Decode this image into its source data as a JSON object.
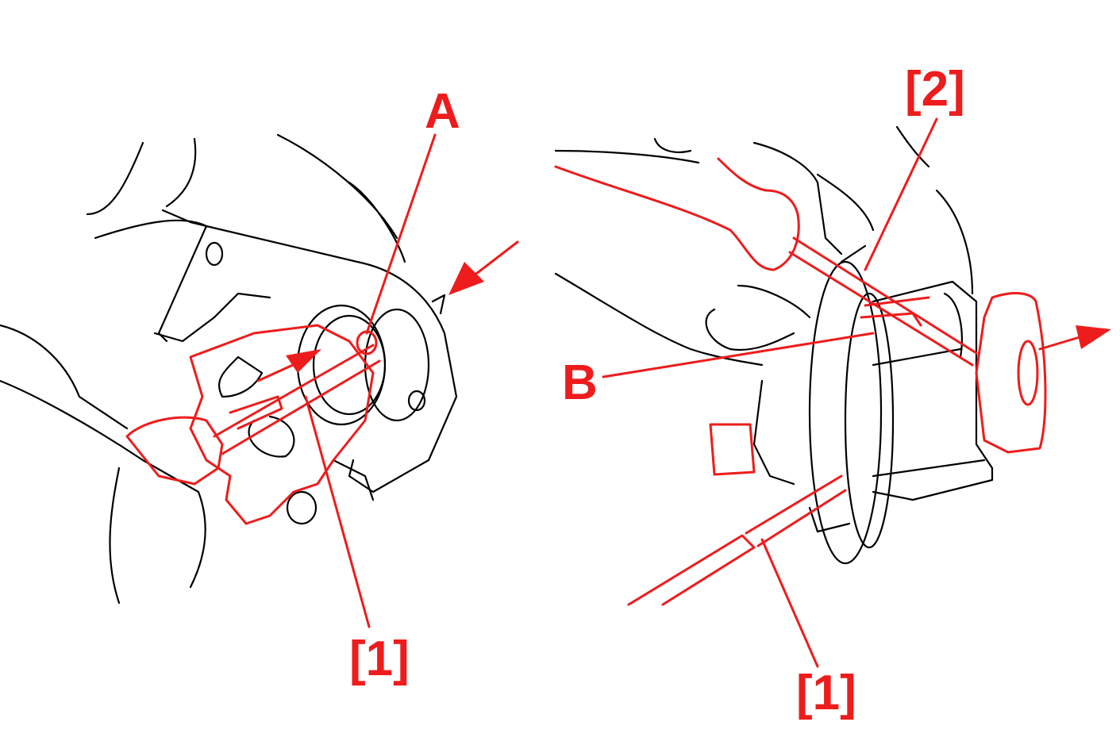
{
  "figure": {
    "left_panel": {
      "callouts": [
        {
          "id": "A",
          "text": "A"
        },
        {
          "id": "tool-1",
          "text": "[1]"
        }
      ]
    },
    "right_panel": {
      "callouts": [
        {
          "id": "tool-2",
          "text": "[2]"
        },
        {
          "id": "B",
          "text": "B"
        },
        {
          "id": "tool-1",
          "text": "[1]"
        }
      ]
    },
    "colors": {
      "callout": "#ee1c1c",
      "linework": "#000000"
    }
  }
}
